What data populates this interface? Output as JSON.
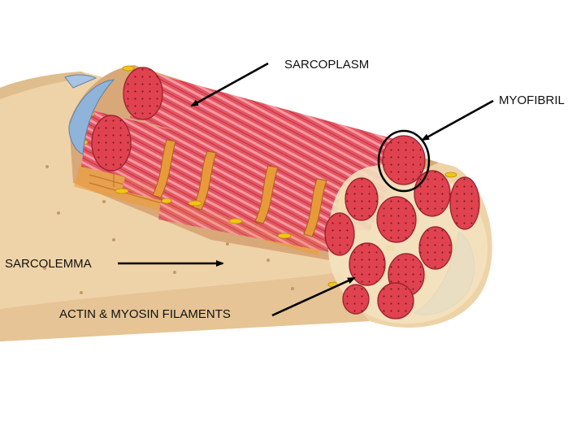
{
  "labels": {
    "sarcoplasm": "SARCOPLASM",
    "myofibril": "MYOFIBRIL",
    "sarcolemma": "SARCOLEMMA",
    "filaments": "ACTIN & MYOSIN FILAMENTS"
  },
  "colors": {
    "tissue": "#efd3a8",
    "tissue_shadow": "#d9b481",
    "myofibril": "#e0424f",
    "myofibril_dark": "#b82a37",
    "band_light": "#f28a96",
    "mitochondria": "#f2c418",
    "t_tubule": "#e89a3a",
    "nucleus": "#8fb3d9",
    "arrow": "#000000"
  }
}
